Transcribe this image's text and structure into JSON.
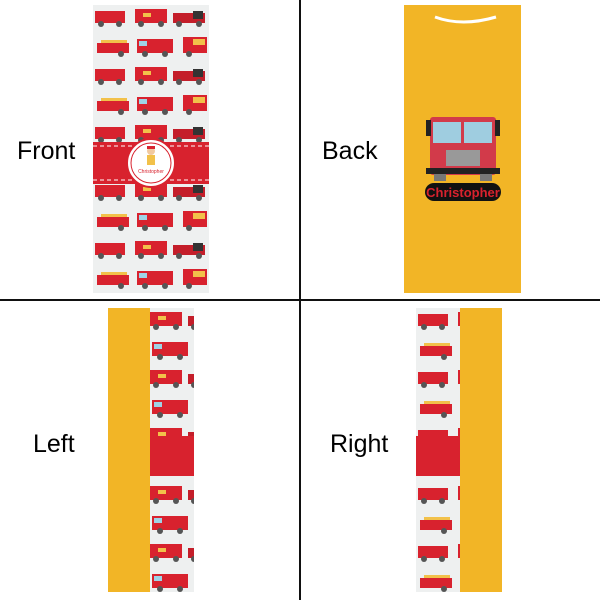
{
  "views": [
    {
      "label": "Front"
    },
    {
      "label": "Back"
    },
    {
      "label": "Left"
    },
    {
      "label": "Right"
    }
  ],
  "product": {
    "personalized_name": "Christopher",
    "colors": {
      "yellow": "#f2b526",
      "red": "#d8222e",
      "pattern_bg": "#eef0f0"
    }
  }
}
